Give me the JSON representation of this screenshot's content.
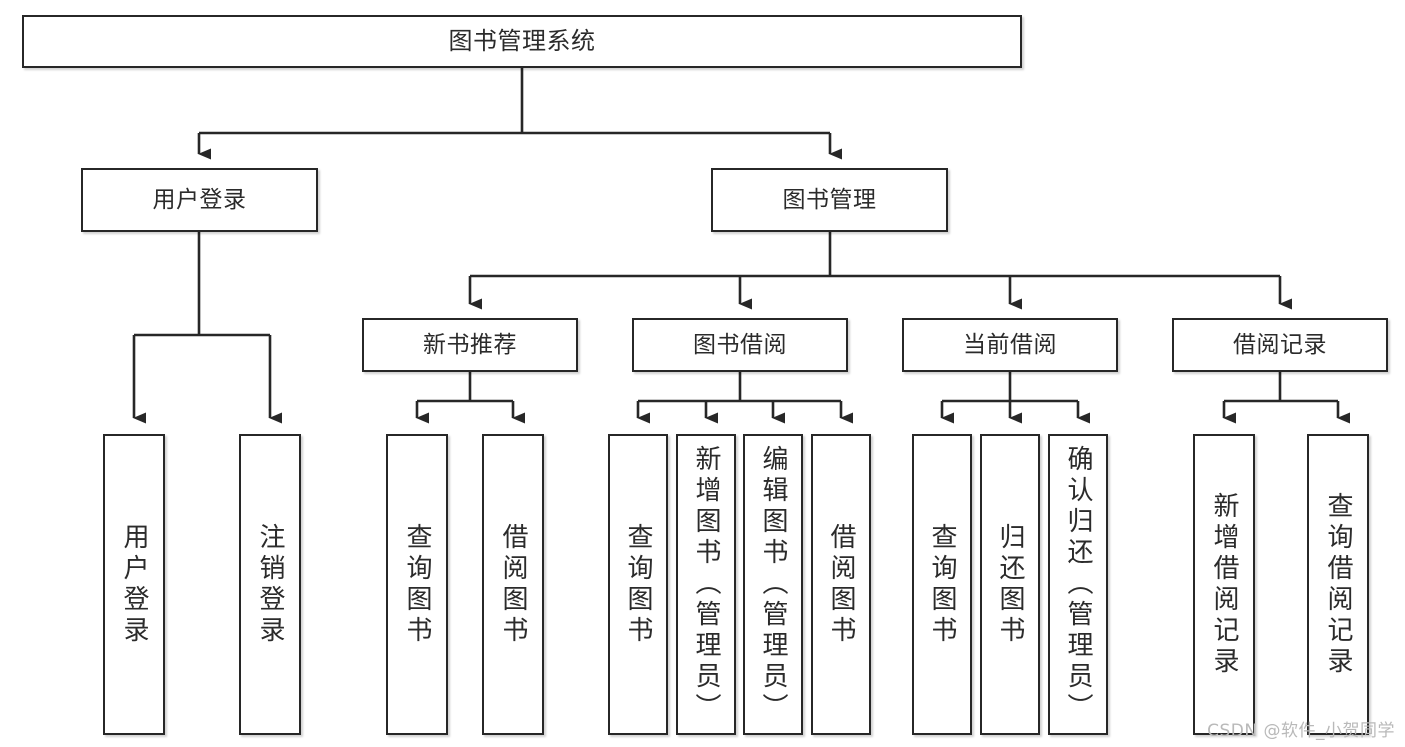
{
  "diagram": {
    "type": "tree-hierarchy",
    "title": "图书管理系统",
    "orientation": "top-down",
    "levels": 4,
    "nodes": {
      "root": {
        "label": "图书管理系统",
        "level": 0,
        "text_direction": "horizontal"
      },
      "l1": [
        {
          "id": "user-login",
          "label": "用户登录",
          "level": 1,
          "text_direction": "horizontal"
        },
        {
          "id": "book-manage",
          "label": "图书管理",
          "level": 1,
          "text_direction": "horizontal"
        }
      ],
      "l2": [
        {
          "id": "new-book-rec",
          "label": "新书推荐",
          "level": 2,
          "parent": "book-manage",
          "text_direction": "horizontal"
        },
        {
          "id": "book-borrow",
          "label": "图书借阅",
          "level": 2,
          "parent": "book-manage",
          "text_direction": "horizontal"
        },
        {
          "id": "current-borrow",
          "label": "当前借阅",
          "level": 2,
          "parent": "book-manage",
          "text_direction": "horizontal"
        },
        {
          "id": "borrow-record",
          "label": "借阅记录",
          "level": 2,
          "parent": "book-manage",
          "text_direction": "horizontal"
        }
      ],
      "leaves": [
        {
          "id": "leaf-user-login",
          "label": "用户登录",
          "parent": "user-login",
          "text_direction": "vertical"
        },
        {
          "id": "leaf-user-logout",
          "label": "注销登录",
          "parent": "user-login",
          "text_direction": "vertical"
        },
        {
          "id": "leaf-query-book-1",
          "label": "查询图书",
          "parent": "new-book-rec",
          "text_direction": "vertical"
        },
        {
          "id": "leaf-borrow-book-1",
          "label": "借阅图书",
          "parent": "new-book-rec",
          "text_direction": "vertical"
        },
        {
          "id": "leaf-query-book-2",
          "label": "查询图书",
          "parent": "book-borrow",
          "text_direction": "vertical"
        },
        {
          "id": "leaf-add-book",
          "label": "新增图书（管理员）",
          "parent": "book-borrow",
          "text_direction": "vertical"
        },
        {
          "id": "leaf-edit-book",
          "label": "编辑图书（管理员）",
          "parent": "book-borrow",
          "text_direction": "vertical"
        },
        {
          "id": "leaf-borrow-book-2",
          "label": "借阅图书",
          "parent": "book-borrow",
          "text_direction": "vertical"
        },
        {
          "id": "leaf-query-book-3",
          "label": "查询图书",
          "parent": "current-borrow",
          "text_direction": "vertical"
        },
        {
          "id": "leaf-return-book",
          "label": "归还图书",
          "parent": "current-borrow",
          "text_direction": "vertical"
        },
        {
          "id": "leaf-confirm-return",
          "label": "确认归还（管理员）",
          "parent": "current-borrow",
          "text_direction": "vertical"
        },
        {
          "id": "leaf-add-record",
          "label": "新增借阅记录",
          "parent": "borrow-record",
          "text_direction": "vertical"
        },
        {
          "id": "leaf-query-record",
          "label": "查询借阅记录",
          "parent": "borrow-record",
          "text_direction": "vertical"
        }
      ]
    },
    "colors": {
      "stroke": "#272727",
      "fill": "#ffffff",
      "text": "#2b2b2b",
      "watermark": "#b9b9b9"
    }
  },
  "watermark": {
    "text": "CSDN @软件_小贺同学"
  }
}
